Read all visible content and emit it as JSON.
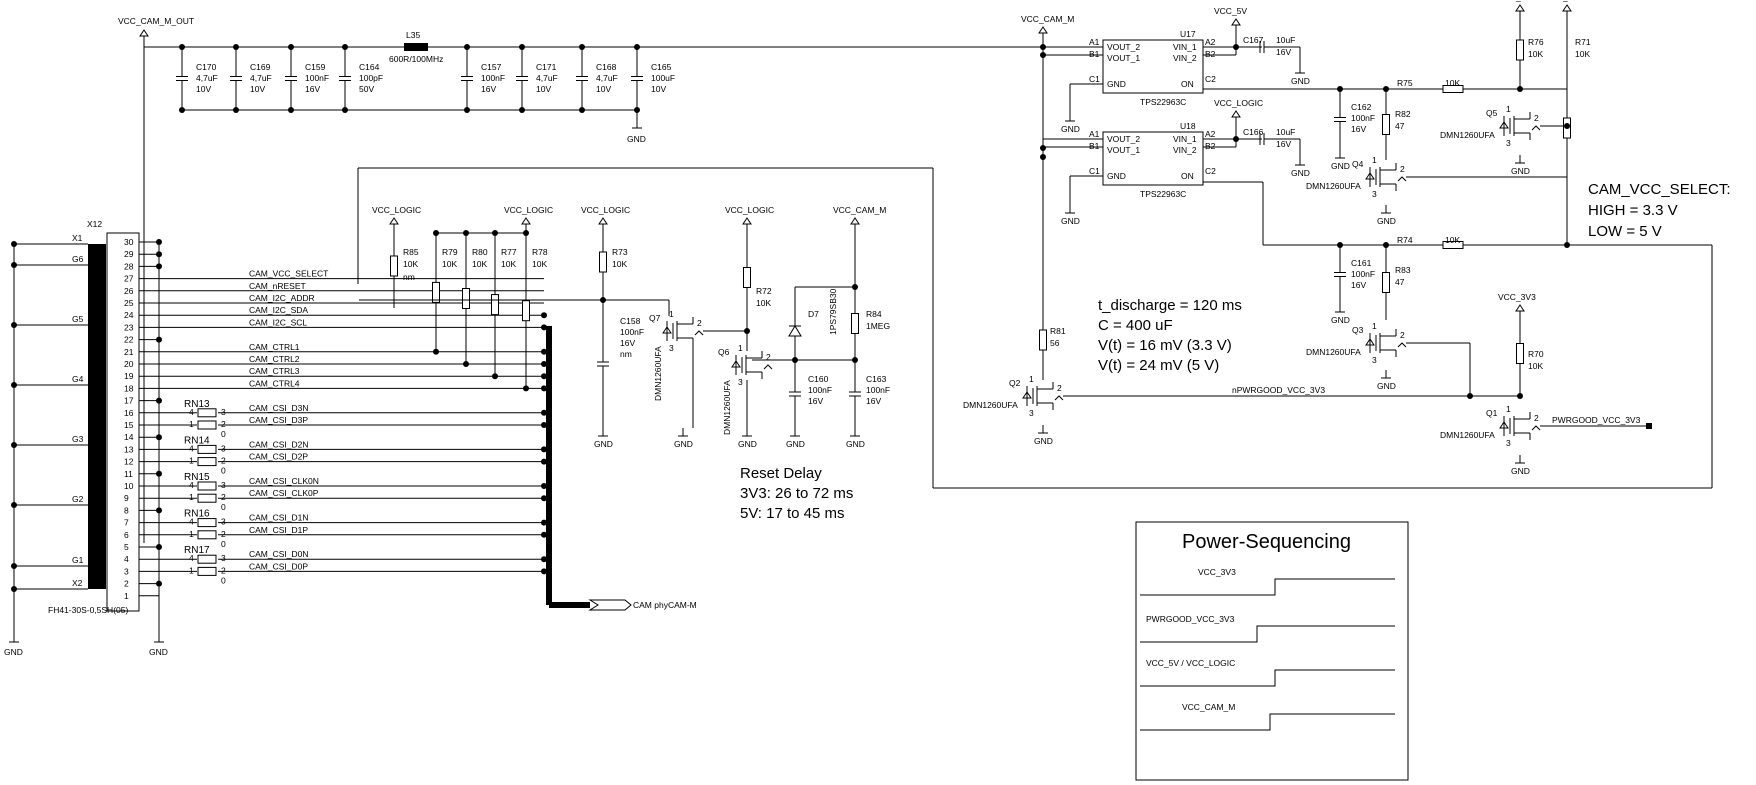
{
  "nets": {
    "vcc_cam_m_out": "VCC_CAM_M_OUT",
    "vcc_cam_m": "VCC_CAM_M",
    "vcc_5v": "VCC_5V",
    "vcc_logic": "VCC_LOGIC",
    "vcc_3v3": "VCC_3V3",
    "gnd": "GND",
    "npwrgood": "nPWRGOOD_VCC_3V3",
    "pwrgood": "PWRGOOD_VCC_3V3",
    "bus": "CAM phyCAM-M"
  },
  "input_filter": {
    "inductor_ref": "L35",
    "inductor_value": "600R/100MHz",
    "caps": [
      {
        "ref": "C170",
        "v1": "4,7uF",
        "v2": "10V"
      },
      {
        "ref": "C169",
        "v1": "4,7uF",
        "v2": "10V"
      },
      {
        "ref": "C159",
        "v1": "100nF",
        "v2": "16V"
      },
      {
        "ref": "C164",
        "v1": "100pF",
        "v2": "50V"
      },
      {
        "ref": "C157",
        "v1": "100nF",
        "v2": "16V"
      },
      {
        "ref": "C171",
        "v1": "4,7uF",
        "v2": "10V"
      },
      {
        "ref": "C168",
        "v1": "4,7uF",
        "v2": "10V"
      },
      {
        "ref": "C165",
        "v1": "100uF",
        "v2": "10V"
      }
    ]
  },
  "connector": {
    "ref": "X12",
    "part": "FH41-30S-0,5SH(05)",
    "mount_pins": [
      "X1",
      "G6",
      "G5",
      "G4",
      "G3",
      "G2",
      "G1",
      "X2"
    ],
    "pins": [
      "30",
      "29",
      "28",
      "27",
      "26",
      "25",
      "24",
      "23",
      "22",
      "21",
      "20",
      "19",
      "18",
      "17",
      "16",
      "15",
      "14",
      "13",
      "12",
      "11",
      "10",
      "9",
      "8",
      "7",
      "6",
      "5",
      "4",
      "3",
      "2",
      "1"
    ]
  },
  "signals": [
    "CAM_VCC_SELECT",
    "CAM_nRESET",
    "CAM_I2C_ADDR",
    "CAM_I2C_SDA",
    "CAM_I2C_SCL",
    "CAM_CTRL1",
    "CAM_CTRL2",
    "CAM_CTRL3",
    "CAM_CTRL4",
    "CAM_CSI_D3N",
    "CAM_CSI_D3P",
    "CAM_CSI_D2N",
    "CAM_CSI_D2P",
    "CAM_CSI_CLK0N",
    "CAM_CSI_CLK0P",
    "CAM_CSI_D1N",
    "CAM_CSI_D1P",
    "CAM_CSI_D0N",
    "CAM_CSI_D0P"
  ],
  "resistor_networks": [
    "RN13",
    "RN14",
    "RN15",
    "RN16",
    "RN17"
  ],
  "rn_pins": {
    "p4": "4",
    "p3": "3",
    "p1": "1",
    "p2": "2",
    "zero": "0"
  },
  "pullups": [
    {
      "ref": "R85",
      "value": "10K",
      "note": "nm"
    },
    {
      "ref": "R79",
      "value": "10K"
    },
    {
      "ref": "R80",
      "value": "10K"
    },
    {
      "ref": "R77",
      "value": "10K"
    },
    {
      "ref": "R78",
      "value": "10K"
    },
    {
      "ref": "R73",
      "value": "10K"
    }
  ],
  "reset": {
    "c158": {
      "ref": "C158",
      "v1": "100nF",
      "v2": "16V",
      "note": "nm"
    },
    "q7": {
      "ref": "Q7",
      "part": "DMN1260UFA"
    },
    "q6": {
      "ref": "Q6",
      "part": "DMN1260UFA"
    },
    "r72": {
      "ref": "R72",
      "value": "10K"
    },
    "d7": {
      "ref": "D7",
      "part": "1PS79SB30"
    },
    "r84": {
      "ref": "R84",
      "value": "1MEG"
    },
    "c160": {
      "ref": "C160",
      "v1": "100nF",
      "v2": "16V"
    },
    "c163": {
      "ref": "C163",
      "v1": "100nF",
      "v2": "16V"
    },
    "note_title": "Reset Delay",
    "note_lines": [
      "3V3: 26 to 72 ms",
      "5V: 17 to 45 ms"
    ]
  },
  "switches": {
    "u17": {
      "ref": "U17",
      "part": "TPS22963C"
    },
    "u18": {
      "ref": "U18",
      "part": "TPS22963C"
    },
    "pins": {
      "a1": "A1",
      "b1": "B1",
      "c1": "C1",
      "a2": "A2",
      "b2": "B2",
      "c2": "C2",
      "vout2": "VOUT_2",
      "vout1": "VOUT_1",
      "gnd": "GND",
      "vin1": "VIN_1",
      "vin2": "VIN_2",
      "on": "ON"
    },
    "c167": {
      "ref": "C167",
      "v1": "10uF",
      "v2": "16V"
    },
    "c166": {
      "ref": "C166",
      "v1": "10uF",
      "v2": "16V"
    },
    "r75": {
      "ref": "R75",
      "value": "10K"
    },
    "r74": {
      "ref": "R74",
      "value": "10K"
    },
    "c162": {
      "ref": "C162",
      "v1": "100nF",
      "v2": "16V"
    },
    "c161": {
      "ref": "C161",
      "v1": "100nF",
      "v2": "16V"
    },
    "r82": {
      "ref": "R82",
      "value": "47"
    },
    "r83": {
      "ref": "R83",
      "value": "47"
    },
    "r76": {
      "ref": "R76",
      "value": "10K"
    },
    "r71": {
      "ref": "R71",
      "value": "10K"
    },
    "r70": {
      "ref": "R70",
      "value": "10K"
    },
    "r81": {
      "ref": "R81",
      "value": "56"
    },
    "q1": {
      "ref": "Q1",
      "part": "DMN1260UFA"
    },
    "q2": {
      "ref": "Q2",
      "part": "DMN1260UFA"
    },
    "q3": {
      "ref": "Q3",
      "part": "DMN1260UFA"
    },
    "q4": {
      "ref": "Q4",
      "part": "DMN1260UFA"
    },
    "q5": {
      "ref": "Q5",
      "part": "DMN1260UFA"
    }
  },
  "discharge_note": [
    "t_discharge = 120 ms",
    "C = 400 uF",
    "V(t) = 16 mV (3.3 V)",
    "V(t) = 24 mV (5 V)"
  ],
  "select_note": [
    "CAM_VCC_SELECT:",
    "HIGH = 3.3 V",
    "LOW = 5 V"
  ],
  "sequencing": {
    "title": "Power-Sequencing",
    "rows": [
      "VCC_3V3",
      "PWRGOOD_VCC_3V3",
      "VCC_5V / VCC_LOGIC",
      "VCC_CAM_M"
    ]
  },
  "mosfet_pins": {
    "p1": "1",
    "p2": "2",
    "p3": "3"
  }
}
